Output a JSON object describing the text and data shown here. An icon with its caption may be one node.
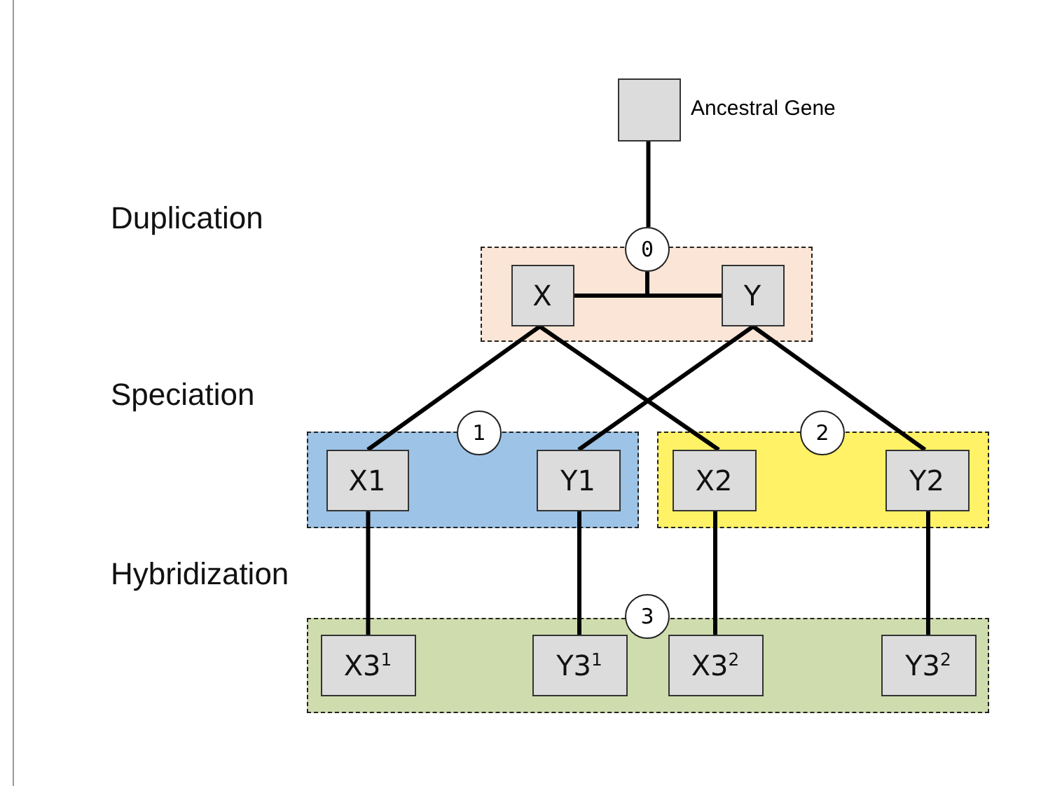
{
  "diagram": {
    "nodes": [
      {
        "text": [],
        "shape": "box",
        "beside": [
          "Ancestral Gene"
        ]
      },
      {
        "text": [
          "0"
        ]
      },
      {
        "text": [],
        "shape": "box"
      },
      {
        "text": [
          "X"
        ],
        "in": 2
      },
      {
        "text": [
          "Y"
        ],
        "in": 2
      },
      {
        "text": [],
        "shape": "box"
      },
      {
        "text": [
          "1"
        ]
      },
      {
        "text": [
          "X1"
        ],
        "in": 5
      },
      {
        "text": [
          "Y1"
        ],
        "in": 5
      },
      {
        "text": [],
        "shape": "box"
      },
      {
        "text": [
          "2"
        ]
      },
      {
        "text": [
          "X2"
        ],
        "in": 9
      },
      {
        "text": [
          "Y2"
        ],
        "in": 9
      },
      {
        "text": [],
        "shape": "box"
      },
      {
        "text": [
          "3"
        ]
      },
      {
        "text": [
          "X3$^{1}$"
        ],
        "in": 13
      },
      {
        "text": [
          "Y3$^{1}$"
        ],
        "in": 13
      },
      {
        "text": [
          "X3$^{2}$"
        ],
        "in": 13
      },
      {
        "text": [
          "Y3$^{2}$"
        ],
        "in": 13
      }
    ],
    "edges": [
      {
        "from": 0,
        "to": 1,
        "arrow": "none"
      },
      {
        "from": 1,
        "to": 3,
        "arrow": "none"
      },
      {
        "from": 1,
        "to": 4,
        "arrow": "none"
      },
      {
        "from": 3,
        "to": 7,
        "arrow": "none"
      },
      {
        "from": 3,
        "to": 11,
        "arrow": "none"
      },
      {
        "from": 4,
        "to": 8,
        "arrow": "none"
      },
      {
        "from": 4,
        "to": 12,
        "arrow": "none"
      },
      {
        "from": 7,
        "to": 15,
        "arrow": "none"
      },
      {
        "from": 8,
        "to": 16,
        "arrow": "none"
      },
      {
        "from": 11,
        "to": 17,
        "arrow": "none"
      },
      {
        "from": 12,
        "to": 18,
        "arrow": "none"
      }
    ],
    "labels": [
      "Duplication",
      "Speciation",
      "Hybridization"
    ]
  }
}
